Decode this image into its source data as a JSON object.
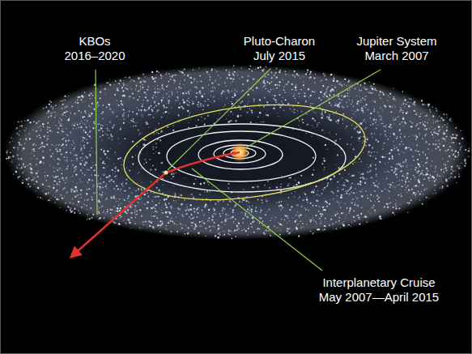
{
  "diagram": {
    "labels": [
      "KBOs 2016–2020",
      "Pluto-Charon July 2015",
      "Jupiter System March 2007",
      "Interplanetary Cruise May 2007—April 2015"
    ]
  }
}
